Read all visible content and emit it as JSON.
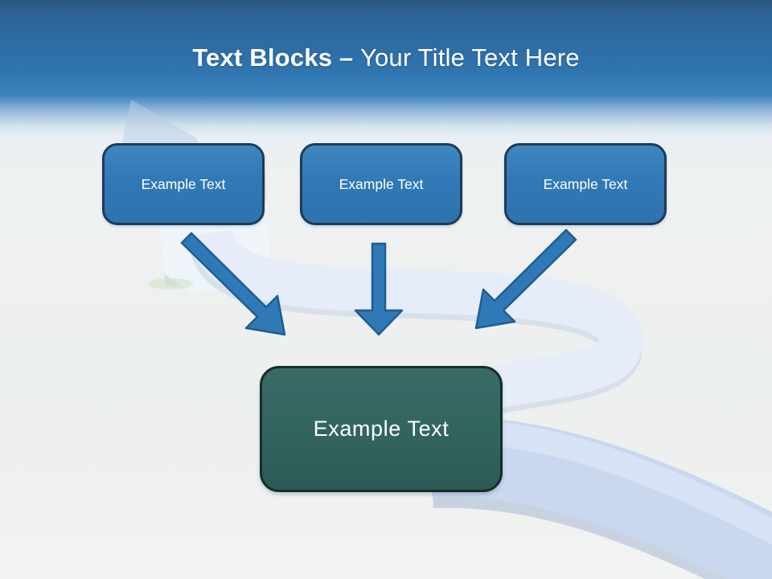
{
  "slide": {
    "title": {
      "bold": "Text Blocks",
      "separator": "–",
      "regular": "Your Title Text Here"
    },
    "blocks": [
      {
        "label": "Example Text"
      },
      {
        "label": "Example Text"
      },
      {
        "label": "Example Text"
      }
    ],
    "result_block": {
      "label": "Example Text"
    },
    "colors": {
      "header_blue_top": "#29597e",
      "header_blue": "#3076b2",
      "background": "#eef1f1",
      "block_fill": "#3179b5",
      "block_border": "#1d3b57",
      "block_text": "#ffffff",
      "result_fill": "#336560",
      "result_border": "#142e2b",
      "arrow_fill": "#2f7ab6",
      "arrow_stroke": "#205d90",
      "road_light": "#e6edf8",
      "road_deep": "#c9d8ef",
      "road_shadow": "#9fb2cf"
    }
  }
}
